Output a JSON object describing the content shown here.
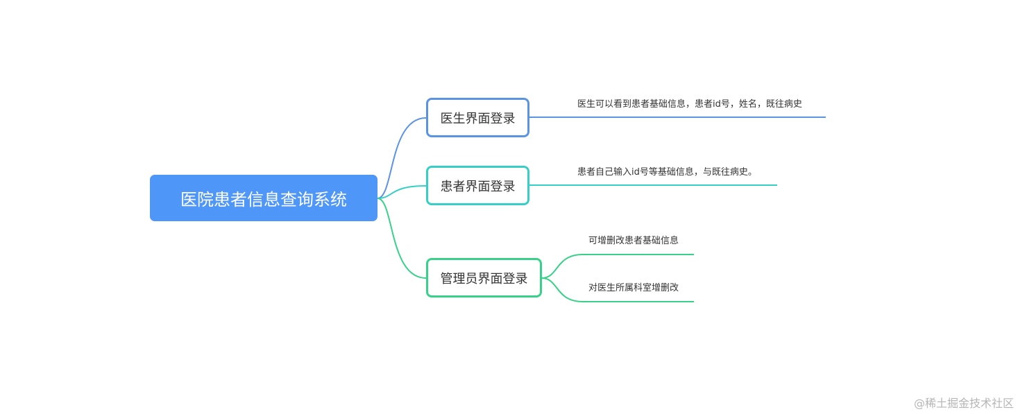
{
  "colors": {
    "root_fill": "#4f96f9",
    "branch_doctor": "#5b93e3",
    "branch_patient": "#36cfc5",
    "branch_admin": "#38d18a",
    "text": "#333333",
    "watermark": "#b5b5b5"
  },
  "mindmap": {
    "root": "医院患者信息查询系统",
    "branches": [
      {
        "label": "医生界面登录",
        "leaves": [
          "医生可以看到患者基础信息，患者id号，姓名，既往病史"
        ]
      },
      {
        "label": "患者界面登录",
        "leaves": [
          "患者自己输入id号等基础信息，与既往病史。"
        ]
      },
      {
        "label": "管理员界面登录",
        "leaves": [
          "可增删改患者基础信息",
          "对医生所属科室增删改"
        ]
      }
    ]
  },
  "watermark": "@稀土掘金技术社区"
}
